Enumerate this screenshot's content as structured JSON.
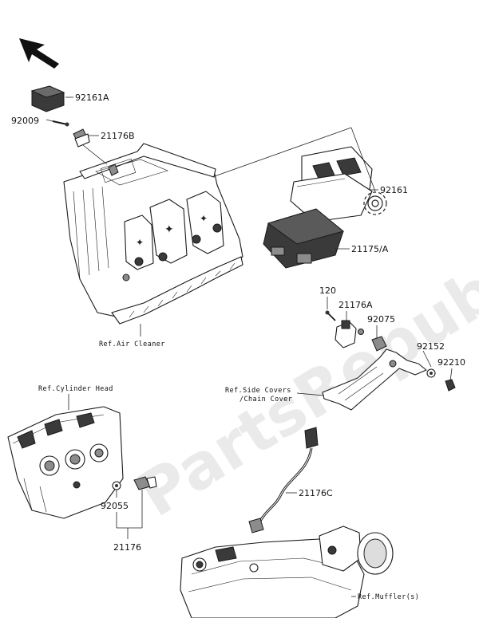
{
  "labels": {
    "p92161A": "92161A",
    "p92009": "92009",
    "p21176B": "21176B",
    "p92161": "92161",
    "p21175A": "21175/A",
    "p120": "120",
    "p21176A": "21176A",
    "p92075": "92075",
    "p92152": "92152",
    "p92210": "92210",
    "p21176C": "21176C",
    "p92055": "92055",
    "p21176": "21176"
  },
  "refs": {
    "air_cleaner": "Ref.Air Cleaner",
    "cylinder_head": "Ref.Cylinder Head",
    "side_covers_1": "Ref.Side Covers",
    "side_covers_2": "/Chain Cover",
    "muffler": "Ref.Muffler(s)"
  },
  "watermark": "PartsRepublik",
  "icons": {
    "direction": "arrow-up-left-icon",
    "gear": "gear-icon"
  }
}
